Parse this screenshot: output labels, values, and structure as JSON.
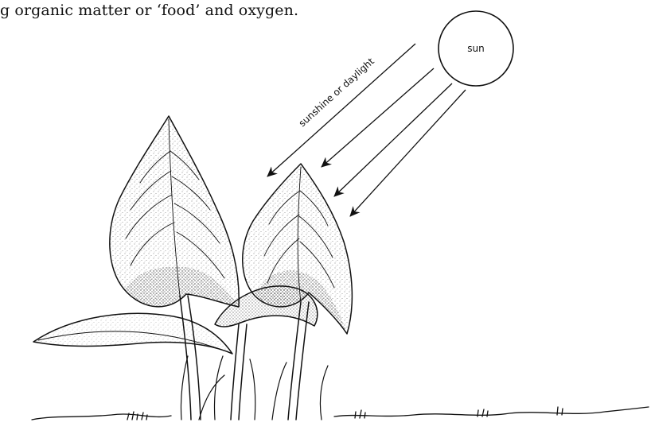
{
  "caption": "g organic matter or ‘food’ and oxygen.",
  "labels": {
    "sun": "sun",
    "light": "sunshine or daylight"
  },
  "colors": {
    "ink": "#111111",
    "background": "#ffffff"
  },
  "icons": [
    "sun-icon",
    "plant-icon",
    "grass-icon"
  ]
}
